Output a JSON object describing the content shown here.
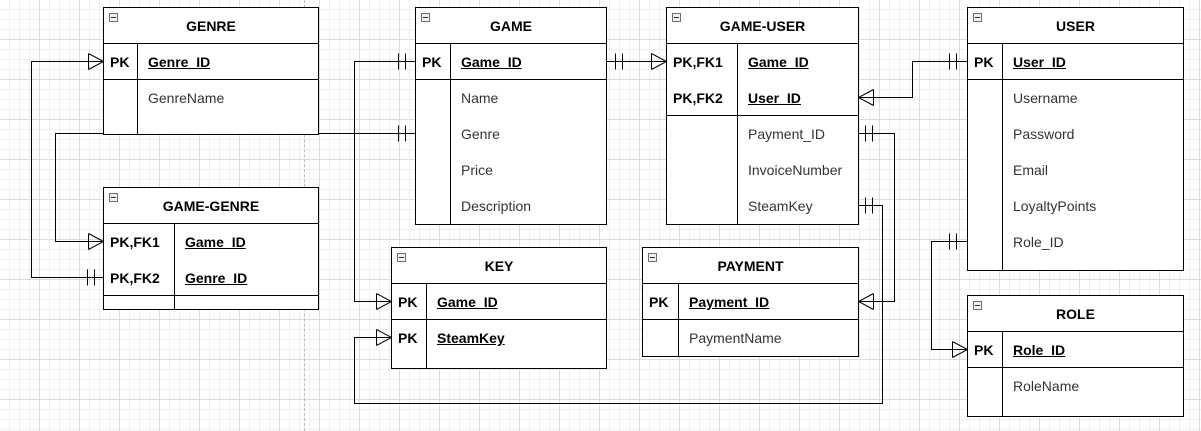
{
  "entities": {
    "genre": {
      "title": "GENRE",
      "rows": [
        {
          "key": "PK",
          "attr": "Genre_ID"
        },
        {
          "key": "",
          "attr": "GenreName"
        }
      ]
    },
    "game_genre": {
      "title": "GAME-GENRE",
      "rows": [
        {
          "key": "PK,FK1",
          "attr": "Game_ID"
        },
        {
          "key": "PK,FK2",
          "attr": "Genre_ID"
        }
      ]
    },
    "game": {
      "title": "GAME",
      "rows": [
        {
          "key": "PK",
          "attr": "Game_ID"
        },
        {
          "key": "",
          "attr": "Name"
        },
        {
          "key": "",
          "attr": "Genre"
        },
        {
          "key": "",
          "attr": "Price"
        },
        {
          "key": "",
          "attr": "Description"
        }
      ]
    },
    "key": {
      "title": "KEY",
      "rows": [
        {
          "key": "PK",
          "attr": "Game_ID"
        },
        {
          "key": "PK",
          "attr": "SteamKey"
        }
      ]
    },
    "game_user": {
      "title": "GAME-USER",
      "rows": [
        {
          "key": "PK,FK1",
          "attr": "Game_ID"
        },
        {
          "key": "PK,FK2",
          "attr": "User_ID"
        },
        {
          "key": "",
          "attr": "Payment_ID"
        },
        {
          "key": "",
          "attr": "InvoiceNumber"
        },
        {
          "key": "",
          "attr": "SteamKey"
        }
      ]
    },
    "payment": {
      "title": "PAYMENT",
      "rows": [
        {
          "key": "PK",
          "attr": "Payment_ID"
        },
        {
          "key": "",
          "attr": "PaymentName"
        }
      ]
    },
    "user": {
      "title": "USER",
      "rows": [
        {
          "key": "PK",
          "attr": "User_ID"
        },
        {
          "key": "",
          "attr": "Username"
        },
        {
          "key": "",
          "attr": "Password"
        },
        {
          "key": "",
          "attr": "Email"
        },
        {
          "key": "",
          "attr": "LoyaltyPoints"
        },
        {
          "key": "",
          "attr": "Role_ID"
        }
      ]
    },
    "role": {
      "title": "ROLE",
      "rows": [
        {
          "key": "PK",
          "attr": "Role_ID"
        },
        {
          "key": "",
          "attr": "RoleName"
        }
      ]
    }
  },
  "relationships": [
    {
      "from": "GAME-GENRE.Game_ID",
      "to": "GAME.Genre",
      "from_end": "many",
      "to_end": "one"
    },
    {
      "from": "GAME-GENRE.Genre_ID",
      "to": "GENRE.Genre_ID",
      "from_end": "one",
      "to_end": "many"
    },
    {
      "from": "GAME.Game_ID",
      "to": "GAME-USER.Game_ID",
      "from_end": "one",
      "to_end": "many"
    },
    {
      "from": "GAME.Game_ID",
      "to": "KEY.Game_ID",
      "from_end": "one",
      "to_end": "many"
    },
    {
      "from": "GAME-USER.User_ID",
      "to": "USER.User_ID",
      "from_end": "many",
      "to_end": "one"
    },
    {
      "from": "GAME-USER.Payment_ID",
      "to": "PAYMENT.Payment_ID",
      "from_end": "one",
      "to_end": "many"
    },
    {
      "from": "GAME-USER.SteamKey",
      "to": "KEY.SteamKey",
      "from_end": "one",
      "to_end": "many"
    },
    {
      "from": "USER.Role_ID",
      "to": "ROLE.Role_ID",
      "from_end": "one",
      "to_end": "many"
    }
  ],
  "colors": {
    "line": "#000000",
    "attribute_text": "#333333",
    "grid": "#dcdcdc"
  }
}
